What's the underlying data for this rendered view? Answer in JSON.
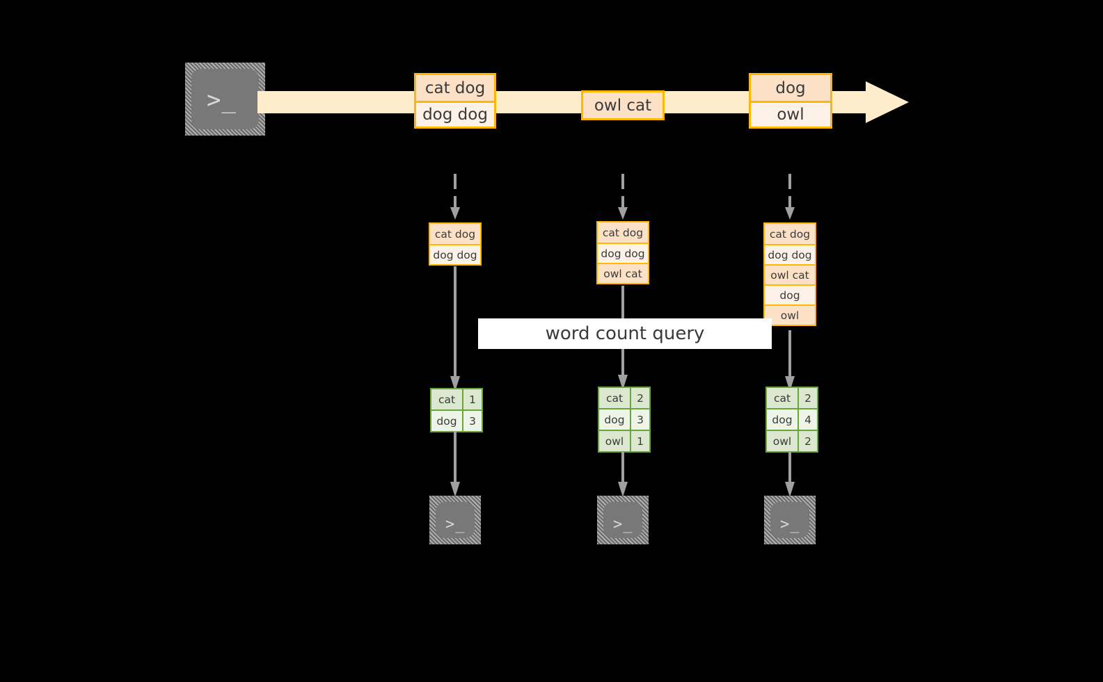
{
  "diagram": {
    "background_color": "#000000",
    "accent_orange": "#ffb700",
    "accent_green": "#68a63c",
    "connector_gray": "#a0a0a0",
    "stream_fill": "#ffeccb",
    "terminal_icon_glyph": ">_",
    "query_label": "word count query"
  },
  "stream": {
    "source_terminal": {
      "icon": "terminal-icon",
      "glyph": ">_"
    },
    "events": [
      {
        "id": "event-1",
        "rows": [
          {
            "text": "cat dog",
            "shade": "dark"
          },
          {
            "text": "dog dog",
            "shade": "light"
          }
        ]
      },
      {
        "id": "event-2",
        "rows": [
          {
            "text": "owl cat",
            "shade": "dark"
          }
        ]
      },
      {
        "id": "event-3",
        "rows": [
          {
            "text": "dog",
            "shade": "dark"
          },
          {
            "text": "owl",
            "shade": "light"
          }
        ]
      }
    ]
  },
  "stages": [
    {
      "id": "stage-1",
      "accumulated": {
        "rows": [
          {
            "text": "cat dog",
            "shade": "dark"
          },
          {
            "text": "dog dog",
            "shade": "light"
          }
        ]
      },
      "result": {
        "rows": [
          {
            "key": "cat",
            "value": "1",
            "shade": "dark"
          },
          {
            "key": "dog",
            "value": "3",
            "shade": "light"
          }
        ]
      },
      "sink_terminal": {
        "icon": "terminal-icon",
        "glyph": ">_"
      }
    },
    {
      "id": "stage-2",
      "accumulated": {
        "rows": [
          {
            "text": "cat dog",
            "shade": "dark"
          },
          {
            "text": "dog dog",
            "shade": "light"
          },
          {
            "text": "owl cat",
            "shade": "dark"
          }
        ]
      },
      "result": {
        "rows": [
          {
            "key": "cat",
            "value": "2",
            "shade": "dark"
          },
          {
            "key": "dog",
            "value": "3",
            "shade": "light"
          },
          {
            "key": "owl",
            "value": "1",
            "shade": "dark"
          }
        ]
      },
      "sink_terminal": {
        "icon": "terminal-icon",
        "glyph": ">_"
      }
    },
    {
      "id": "stage-3",
      "accumulated": {
        "rows": [
          {
            "text": "cat dog",
            "shade": "dark"
          },
          {
            "text": "dog dog",
            "shade": "light"
          },
          {
            "text": "owl cat",
            "shade": "dark"
          },
          {
            "text": "dog",
            "shade": "light"
          },
          {
            "text": "owl",
            "shade": "dark"
          }
        ]
      },
      "result": {
        "rows": [
          {
            "key": "cat",
            "value": "2",
            "shade": "dark"
          },
          {
            "key": "dog",
            "value": "4",
            "shade": "light"
          },
          {
            "key": "owl",
            "value": "2",
            "shade": "dark"
          }
        ]
      },
      "sink_terminal": {
        "icon": "terminal-icon",
        "glyph": ">_"
      }
    }
  ]
}
